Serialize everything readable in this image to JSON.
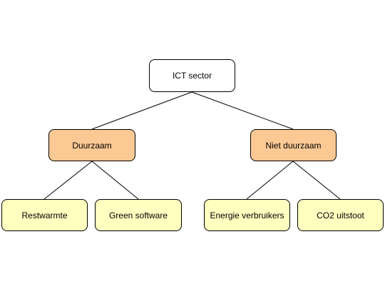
{
  "diagram": {
    "root": {
      "label": "ICT sector"
    },
    "branches": [
      {
        "label": "Duurzaam",
        "children": [
          {
            "label": "Restwarmte"
          },
          {
            "label": "Green software"
          }
        ]
      },
      {
        "label": "Niet duurzaam",
        "children": [
          {
            "label": "Energie verbruikers"
          },
          {
            "label": "CO2 uitstoot"
          }
        ]
      }
    ]
  },
  "colors": {
    "root_fill": "#ffffff",
    "branch_fill": "#fcc994",
    "leaf_fill": "#ffffc0",
    "line": "#000000"
  }
}
